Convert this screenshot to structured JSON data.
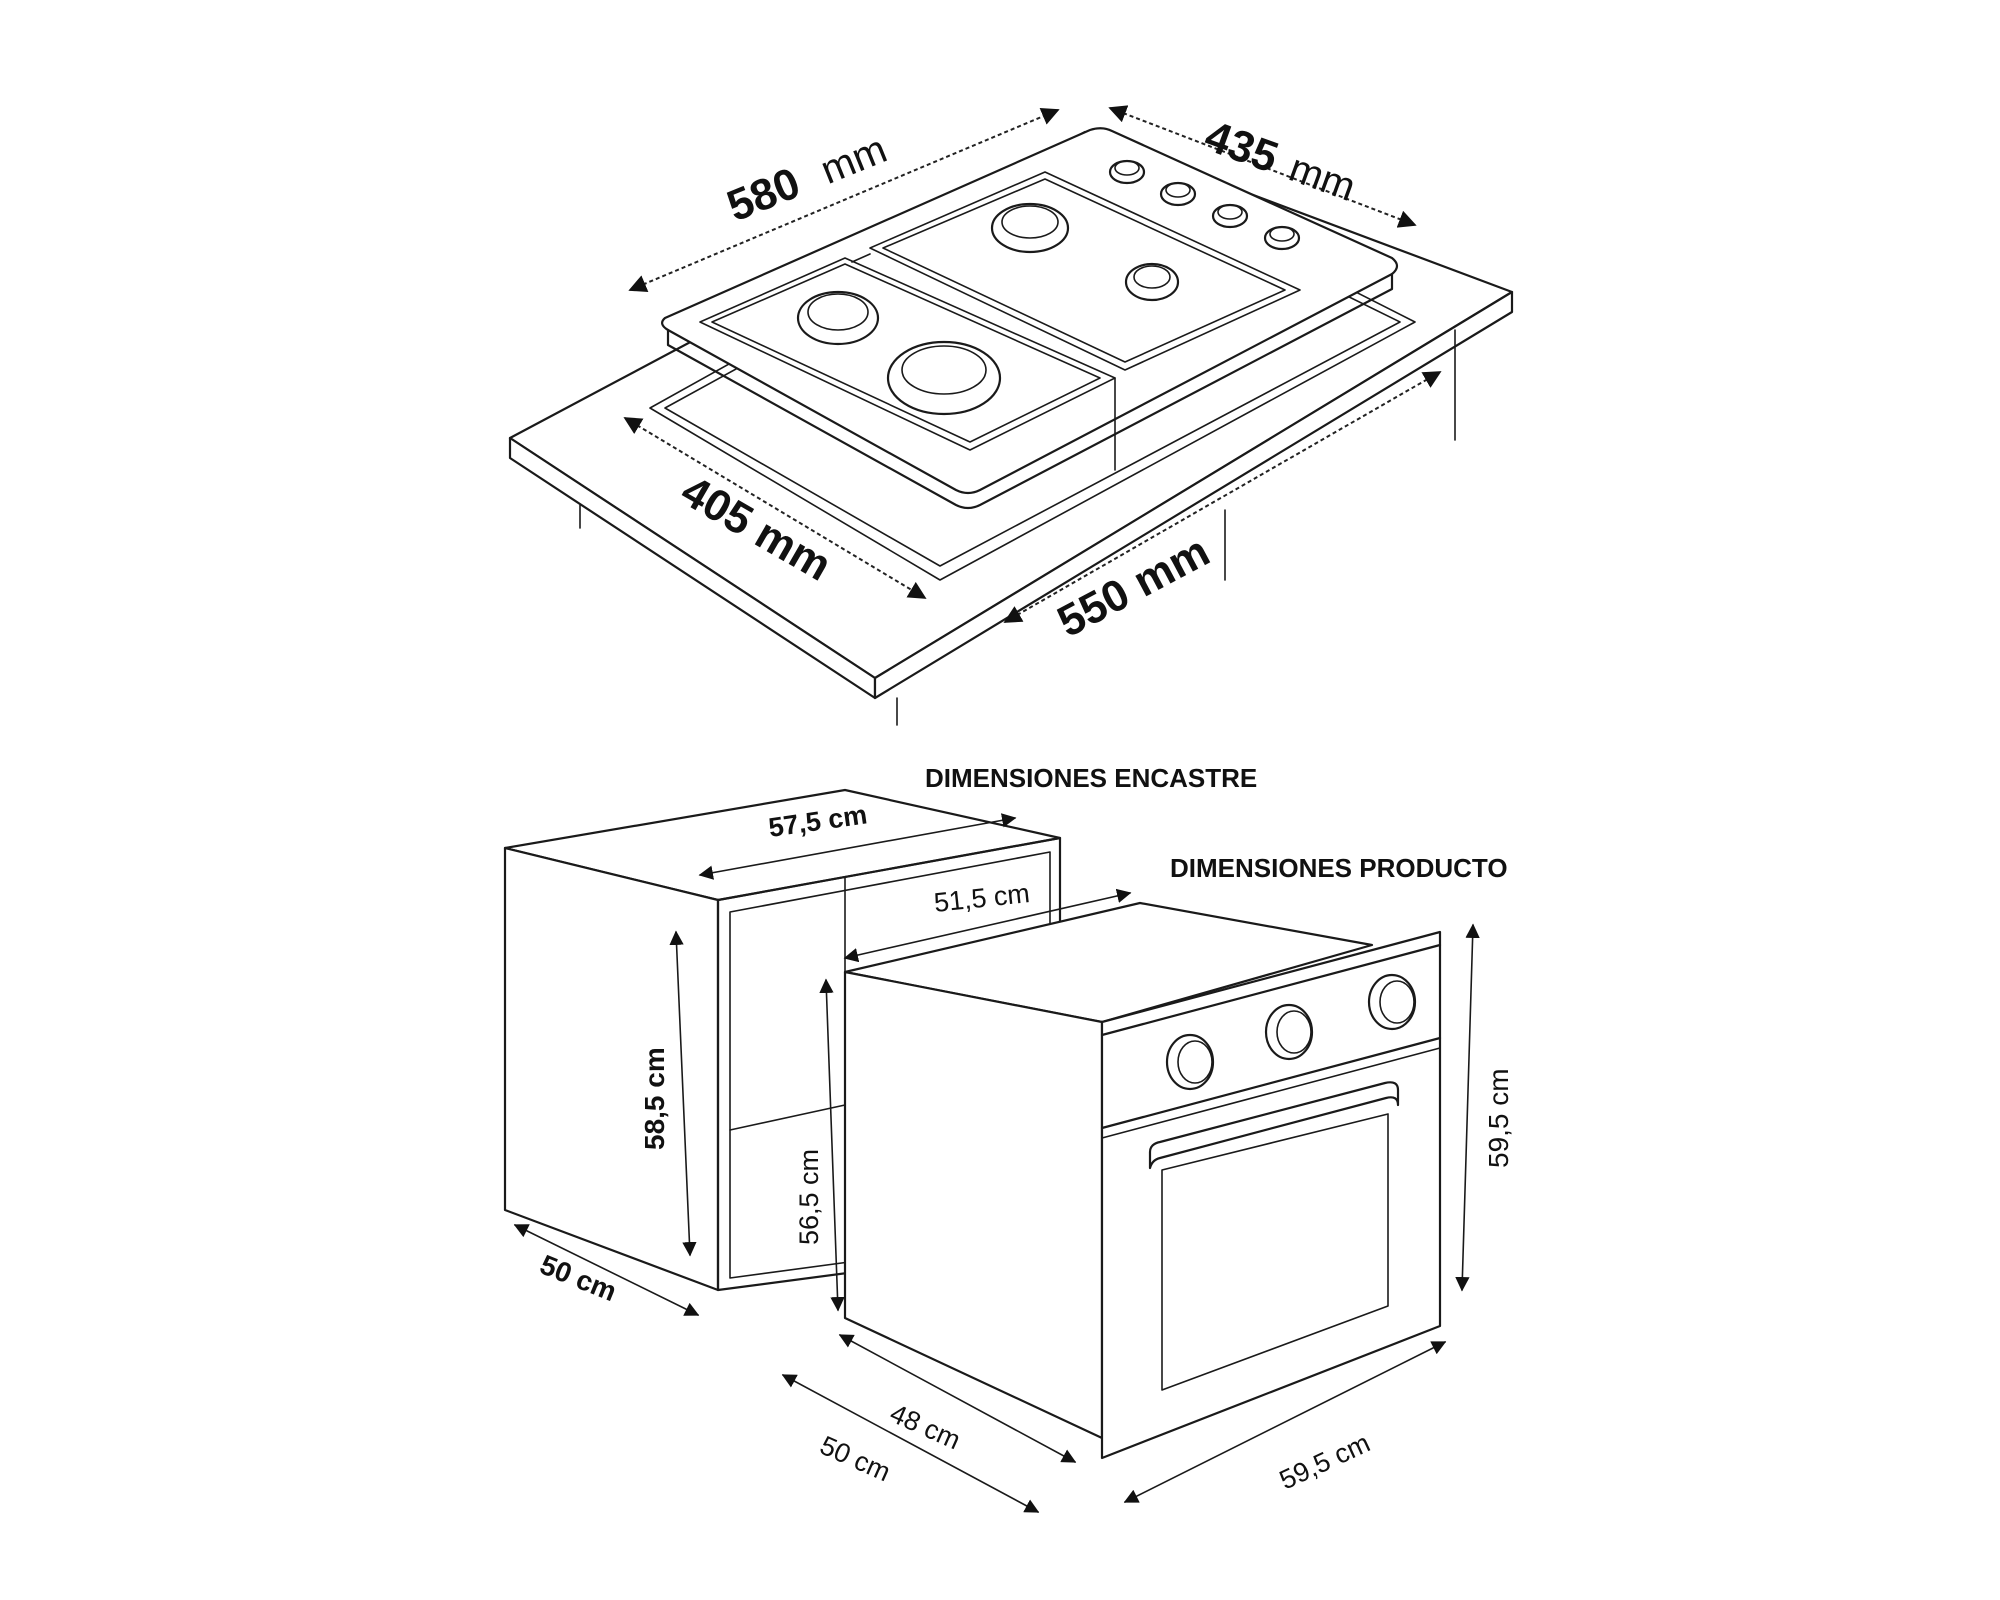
{
  "hob": {
    "width_value": "580",
    "width_unit": "mm",
    "depth_value": "435",
    "depth_unit": "mm",
    "cutout_depth": "405 mm",
    "cutout_width": "550 mm"
  },
  "oven": {
    "title_encastre": "DIMENSIONES ENCASTRE",
    "title_producto": "DIMENSIONES PRODUCTO",
    "niche_width": "57,5 cm",
    "niche_height": "58,5 cm",
    "niche_depth": "50 cm",
    "body_width": "51,5 cm",
    "body_height": "56,5 cm",
    "body_depth": "48 cm",
    "total_depth": "50 cm",
    "front_width": "59,5 cm",
    "front_height": "59,5 cm"
  },
  "colors": {
    "ink": "#1a1a1a",
    "background": "#ffffff"
  }
}
